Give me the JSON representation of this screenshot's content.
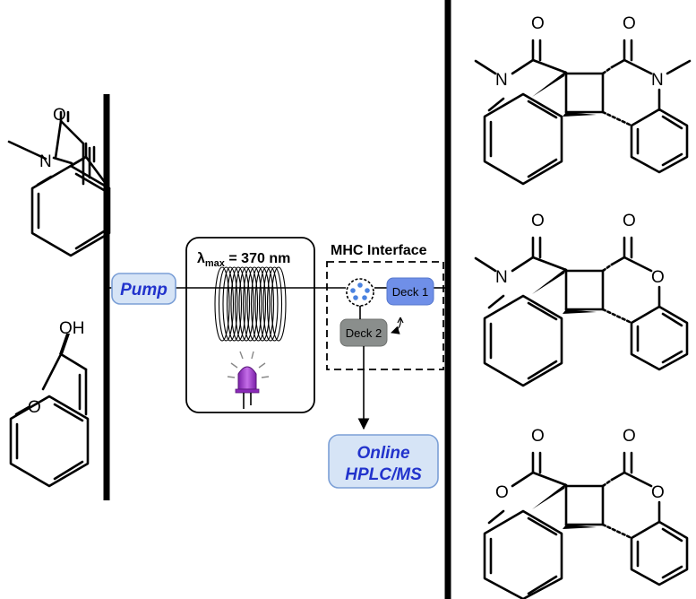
{
  "atoms": {
    "oxygen": "O",
    "nitrogen": "N",
    "hydroxyl": "OH"
  },
  "reactor": {
    "lambda_symbol": "λ",
    "lambda_subscript": "max",
    "lambda_value": " = 370 nm"
  },
  "pump": {
    "label": "Pump"
  },
  "interface": {
    "title": "MHC Interface",
    "deck1": "Deck 1",
    "deck2": "Deck 2"
  },
  "analysis": {
    "line1": "Online",
    "line2": "HPLC/MS"
  },
  "colors": {
    "label_blue": "#2233cc",
    "pump_fill": "#d6e4f6",
    "pump_border": "#7b9fd6",
    "deck1_fill": "#6f8fe8",
    "deck2_fill": "#8a8e8c",
    "led_purple": "#a640d6",
    "valve_dot": "#4a82e0"
  }
}
